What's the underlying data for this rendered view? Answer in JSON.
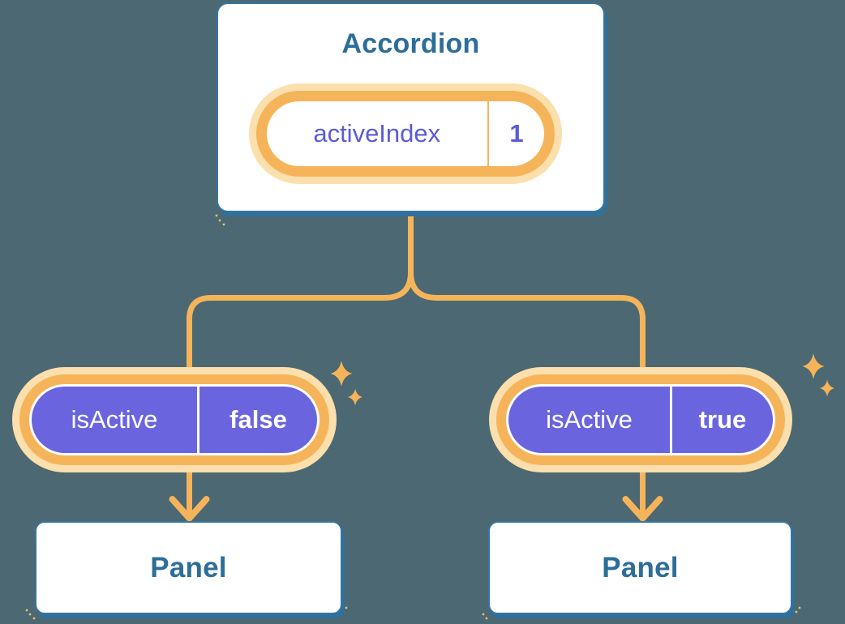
{
  "colors": {
    "bg": "#4C6872",
    "blue_stroke": "#36759E",
    "blue_shadow": "#2F709C",
    "blue_text": "#2D6E99",
    "orange": "#F6B45A",
    "orange_light": "#FBDFAC",
    "purple": "#6A65DE",
    "purple_text": "#5C5BD6",
    "white": "#FFFFFF"
  },
  "diagram": {
    "accordion": {
      "title": "Accordion",
      "state_pill": {
        "label": "activeIndex",
        "value": "1"
      }
    },
    "branches": [
      {
        "prop_pill": {
          "label": "isActive",
          "value": "false"
        },
        "panel": {
          "title": "Panel"
        }
      },
      {
        "prop_pill": {
          "label": "isActive",
          "value": "true"
        },
        "panel": {
          "title": "Panel"
        }
      }
    ]
  }
}
